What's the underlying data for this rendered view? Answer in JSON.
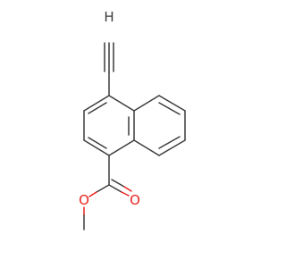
{
  "molecule": {
    "atoms": {
      "alkyne_h": "H",
      "carbonyl_o": "O",
      "ester_o": "O"
    },
    "colors": {
      "bond": "#3c3c3c",
      "oxygen": "#e8231e",
      "background": "#ffffff"
    }
  }
}
